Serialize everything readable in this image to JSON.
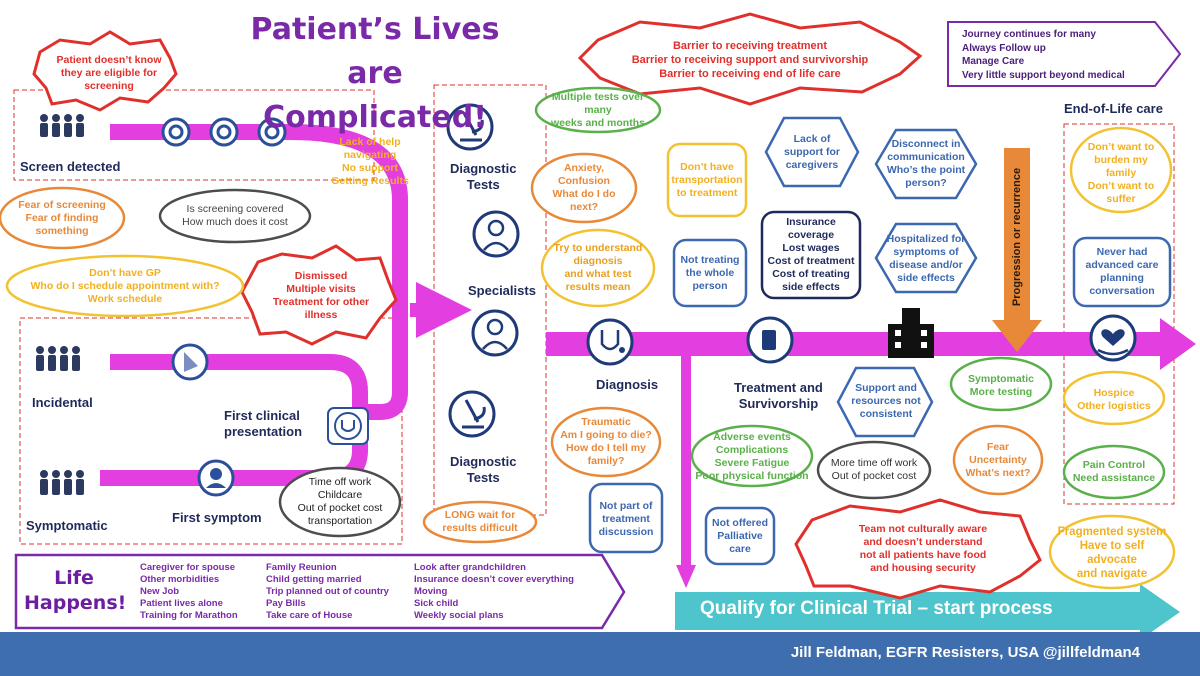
{
  "title": {
    "line1": "Patient’s Lives are",
    "line2": "Complicated!"
  },
  "footer": "Jill Feldman, EGFR Resisters, USA  @jillfeldman4",
  "trial": "Qualify for Clinical Trial – start process",
  "progression": "Progression or recurrence",
  "end_of_life": "End-of-Life care",
  "journey": [
    "Journey continues for many",
    "Always Follow up",
    "Manage Care",
    "Very little support beyond medical"
  ],
  "barrier": [
    "Barrier to receiving treatment",
    "Barrier to receiving support and survivorship",
    "Barrier to receiving end of life care"
  ],
  "labels": {
    "screen_detected": "Screen detected",
    "incidental": "Incidental",
    "symptomatic": "Symptomatic",
    "first_symptom": "First symptom",
    "first_clinical": [
      "First clinical",
      "presentation"
    ],
    "diagnostic_tests_1": [
      "Diagnostic",
      "Tests"
    ],
    "specialists": "Specialists",
    "diagnostic_tests_2": [
      "Diagnostic",
      "Tests"
    ],
    "diagnosis": "Diagnosis",
    "treatment": [
      "Treatment and",
      "Survivorship"
    ]
  },
  "life": {
    "heading": [
      "Life",
      "Happens!"
    ],
    "col1": [
      "Caregiver for spouse",
      "Other morbidities",
      "New Job",
      "Patient lives alone",
      "Training for Marathon"
    ],
    "col2": [
      "Family Reunion",
      "Child getting married",
      "Trip planned out of country",
      "Pay Bills",
      "Take care of House"
    ],
    "col3": [
      "Look after grandchildren",
      "Insurance doesn’t cover everything",
      "Moving",
      "Sick child",
      "Weekly social plans"
    ]
  },
  "callouts": {
    "eligible": [
      "Patient doesn’t know",
      "they are eligible for",
      "screening"
    ],
    "lack_help": [
      "Lack of help",
      "navigating",
      "No support",
      "Getting Results"
    ],
    "fear_screening": [
      "Fear of screening",
      "Fear of finding",
      "something"
    ],
    "covered": [
      "Is screening covered",
      "How much does it cost"
    ],
    "gp": [
      "Don’t have GP",
      "Who do I schedule appointment with?",
      "Work schedule"
    ],
    "dismissed": [
      "Dismissed",
      "Multiple visits",
      "Treatment for other",
      "illness"
    ],
    "time_off": [
      "Time off work",
      "Childcare",
      "Out of pocket cost",
      "transportation"
    ],
    "multiple_tests": [
      "Multiple tests over many",
      "weeks and months"
    ],
    "anxiety": [
      "Anxiety,",
      "Confusion",
      "What do I do",
      "next?"
    ],
    "transport": [
      "Don’t have",
      "transportation",
      "to treatment"
    ],
    "understand": [
      "Try to understand",
      "diagnosis",
      "and what test",
      "results mean"
    ],
    "not_whole": [
      "Not  treating",
      "the whole",
      "person"
    ],
    "caregivers": [
      "Lack of",
      "support for",
      "caregivers"
    ],
    "disconnect": [
      "Disconnect in",
      "communication",
      "Who’s the point",
      "person?"
    ],
    "insurance": [
      "Insurance coverage",
      "Lost wages",
      "Cost of treatment",
      "Cost of treating",
      "side effects"
    ],
    "hospitalized": [
      "Hospitalized for",
      "symptoms of",
      "disease and/or",
      "side effects"
    ],
    "burden": [
      "Don’t want to",
      "burden my",
      "family",
      "Don’t want to",
      "suffer"
    ],
    "never_had": [
      "Never had",
      "advanced care",
      "planning",
      "conversation"
    ],
    "support_res": [
      "Support and",
      "resources not",
      "consistent"
    ],
    "symptomatic_more": [
      "Symptomatic",
      "More testing"
    ],
    "hospice": [
      "Hospice",
      "Other logistics"
    ],
    "traumatic": [
      "Traumatic",
      "Am I going to die?",
      "How do I tell my",
      "family?"
    ],
    "adverse": [
      "Adverse events",
      "Complications",
      "Severe Fatigue",
      "Poor physical function"
    ],
    "more_time": [
      "More time off work",
      "Out of pocket cost"
    ],
    "fear_unc": [
      "Fear",
      "Uncertainty",
      "What’s next?"
    ],
    "pain": [
      "Pain Control",
      "Need assistance"
    ],
    "not_part": [
      "Not part of",
      "treatment",
      "discussion"
    ],
    "long_wait": [
      "LONG wait for",
      "results difficult"
    ],
    "palliative": [
      "Not offered",
      "Palliative care"
    ],
    "team": [
      "Team not culturally aware",
      "and doesn’t understand",
      "not all patients have food",
      "and housing security"
    ],
    "fragmented": [
      "Fragmented system",
      "Have to self advocate",
      "and navigate"
    ]
  },
  "colors": {
    "magenta": "#e23ee0",
    "title_purple": "#7a2aa8",
    "red": "#e0302c",
    "orange": "#e8893a",
    "yellow": "#f2c230",
    "green": "#5ab04a",
    "blue": "#3c68b0",
    "navy": "#1f2a5a",
    "teal": "#4ec5cc",
    "footer_blue": "#3f6eae",
    "progression_orange": "#e8893a"
  },
  "icons": [
    "people-icon",
    "tunnel-icon",
    "stethoscope-icon",
    "microscope-icon",
    "doctor-icon",
    "medicine-icon",
    "hospital-icon",
    "heart-hand-icon",
    "patient-icon"
  ]
}
